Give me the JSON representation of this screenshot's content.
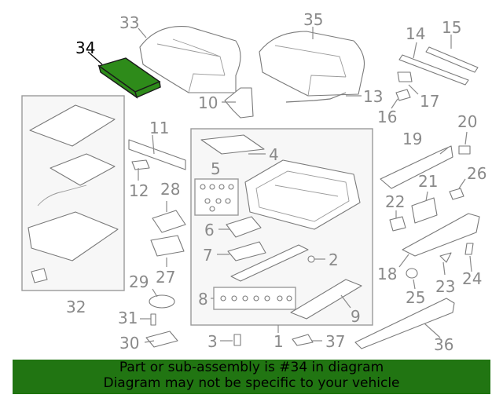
{
  "highlighted_part": "34",
  "callouts": {
    "c1": "1",
    "c2": "2",
    "c3": "3",
    "c4": "4",
    "c5": "5",
    "c6": "6",
    "c7": "7",
    "c8": "8",
    "c9": "9",
    "c10": "10",
    "c11": "11",
    "c12": "12",
    "c13": "13",
    "c14": "14",
    "c15": "15",
    "c16": "16",
    "c17": "17",
    "c18": "18",
    "c19": "19",
    "c20": "20",
    "c21": "21",
    "c22": "22",
    "c23": "23",
    "c24": "24",
    "c25": "25",
    "c26": "26",
    "c27": "27",
    "c28": "28",
    "c29": "29",
    "c30": "30",
    "c31": "31",
    "c32": "32",
    "c33": "33",
    "c34": "34",
    "c35": "35",
    "c36": "36",
    "c37": "37"
  },
  "banner": {
    "line1": "Part or sub-assembly is #34 in diagram",
    "line2": "Diagram may not be specific to your vehicle"
  },
  "colors": {
    "highlight": "#2e8b1a",
    "banner_bg": "#217512",
    "line_gray": "#8a8a8a"
  }
}
